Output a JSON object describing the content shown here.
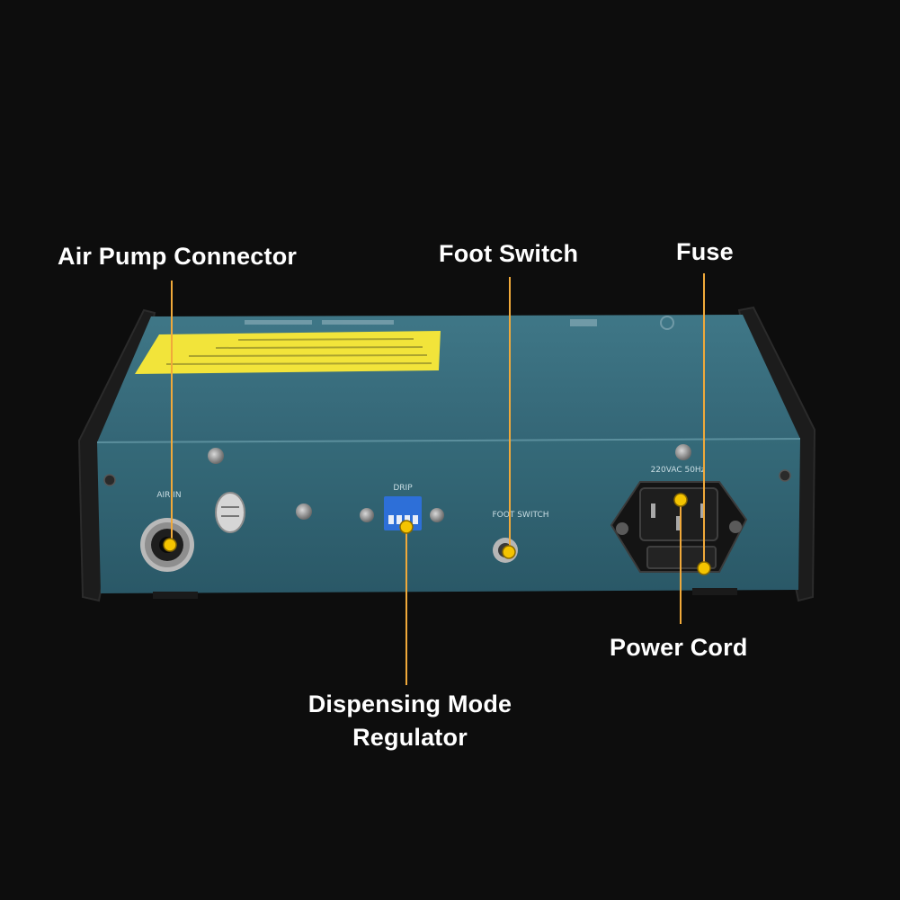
{
  "callouts": {
    "air_pump_connector": "Air Pump Connector",
    "foot_switch": "Foot Switch",
    "fuse": "Fuse",
    "power_cord": "Power Cord",
    "dispensing_mode_regulator_line1": "Dispensing Mode",
    "dispensing_mode_regulator_line2": "Regulator"
  },
  "panel_print": {
    "air_in": "AIR IN",
    "drip": "DRIP",
    "foot_switch": "FOOT SWITCH",
    "voltage": "220VAC 50Hz"
  },
  "colors": {
    "background": "#0d0d0d",
    "panel": "#2f5f6e",
    "panel_top": "#3d7585",
    "label_sticker": "#f2e43a",
    "leader_line": "#f0a93a",
    "marker": "#f5c400"
  }
}
